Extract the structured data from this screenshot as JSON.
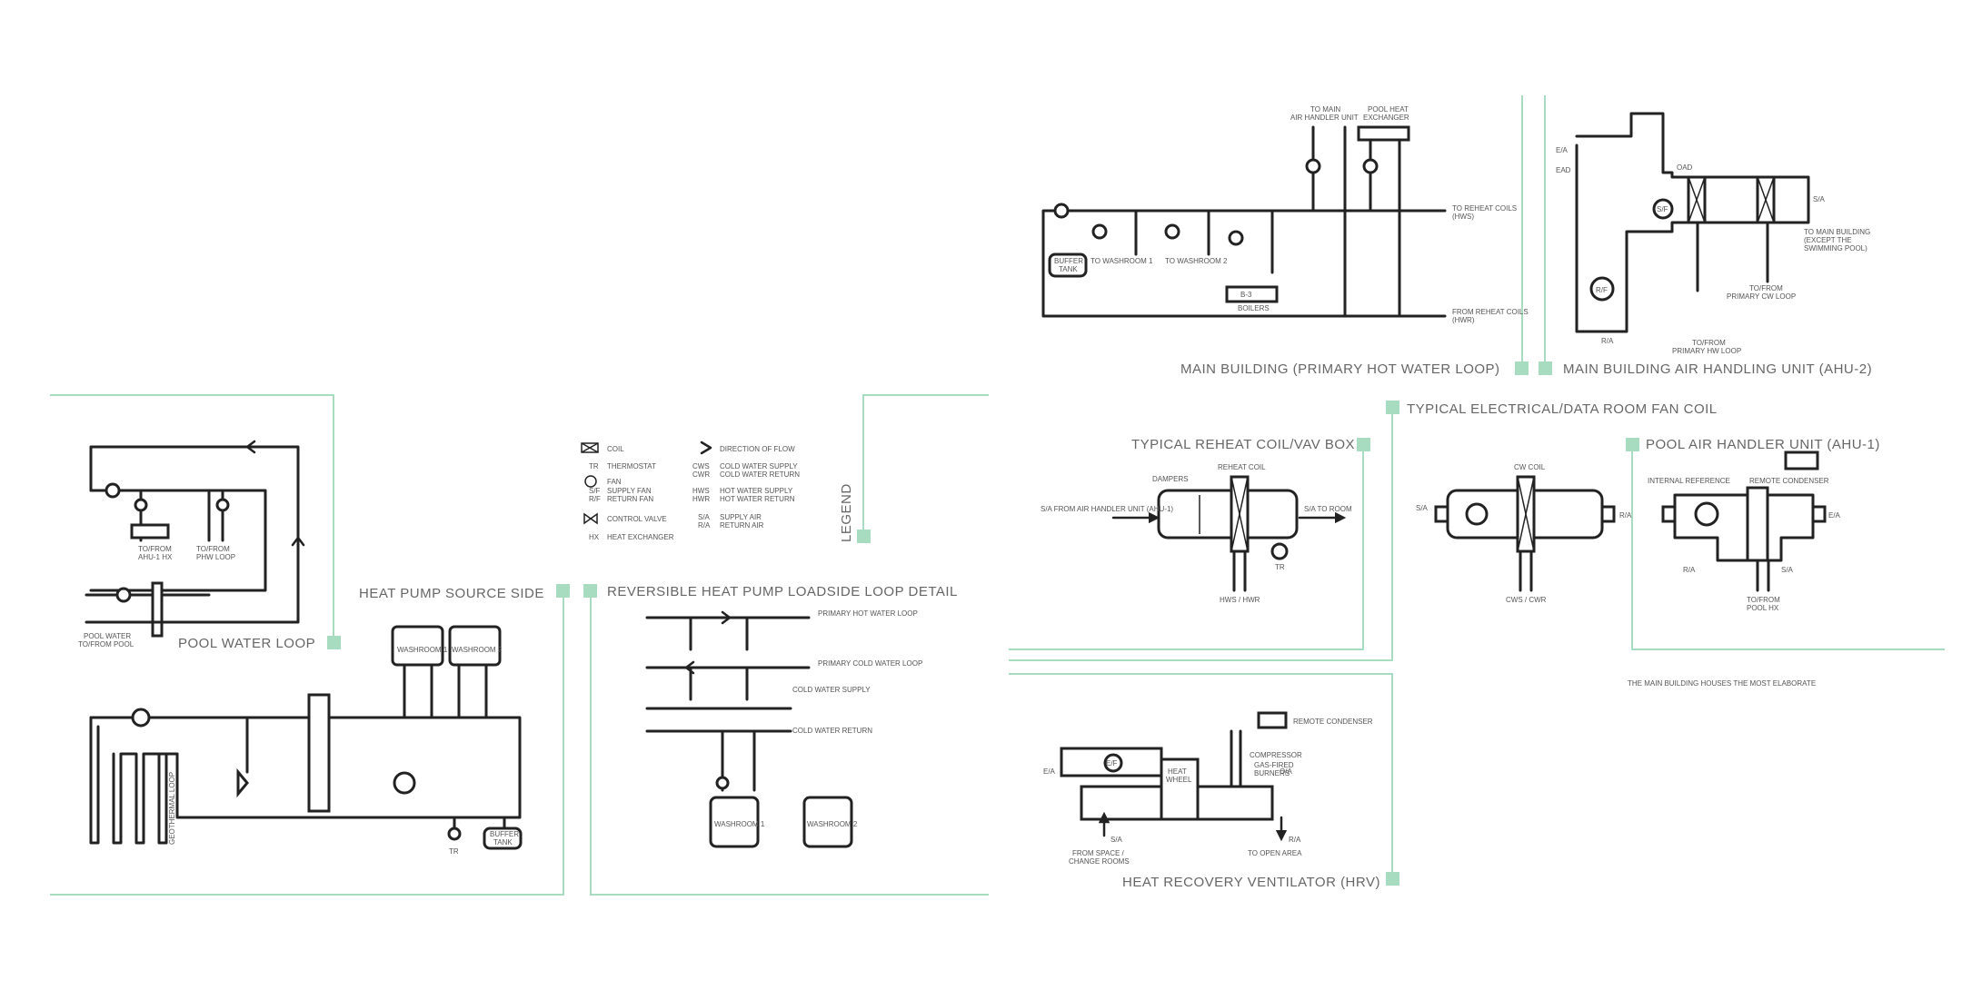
{
  "colors": {
    "accent": "#a8dcc0",
    "ink": "#222222",
    "text": "#555555"
  },
  "titles": {
    "pool_water_loop": "POOL WATER LOOP",
    "heat_pump_source_side": "HEAT PUMP SOURCE SIDE",
    "reversible_loop": "REVERSIBLE HEAT PUMP LOADSIDE LOOP DETAIL",
    "legend": "LEGEND",
    "main_building_loop": "MAIN BUILDING (PRIMARY HOT WATER LOOP)",
    "ahu2": "MAIN BUILDING AIR HANDLING UNIT (AHU-2)",
    "typical_electrical": "TYPICAL ELECTRICAL/DATA ROOM FAN COIL",
    "reheat_coil": "TYPICAL REHEAT COIL/VAV BOX",
    "ahu1": "POOL AIR HANDLER UNIT (AHU-1)",
    "hrv": "HEAT RECOVERY VENTILATOR (HRV)"
  },
  "pool": {
    "to_from_ahu1": [
      "TO/FROM",
      "AHU-1 HX"
    ],
    "to_from_phw": [
      "TO/FROM",
      "PHW LOOP"
    ],
    "pool_water": [
      "POOL WATER",
      "TO/FROM POOL"
    ]
  },
  "heat_pump": {
    "washroom1": "WASHROOM 1",
    "washroom2": "WASHROOM 2",
    "geothermal": "GEOTHERMAL LOOP",
    "tr": "TR",
    "buffer_tank": [
      "BUFFER",
      "TANK"
    ]
  },
  "reversible": {
    "primary_hot": "PRIMARY HOT WATER LOOP",
    "primary_cold": "PRIMARY COLD WATER LOOP",
    "cold_supply": "COLD WATER SUPPLY",
    "cold_return": "COLD WATER RETURN",
    "washroom1": "WASHROOM 1",
    "washroom2": "WASHROOM 2"
  },
  "legend": {
    "items_left": [
      {
        "code": "",
        "text": "COIL"
      },
      {
        "code": "TR",
        "text": "THERMOSTAT"
      },
      {
        "code": "",
        "text": "FAN"
      },
      {
        "code": "S/F",
        "text": "SUPPLY FAN"
      },
      {
        "code": "R/F",
        "text": "RETURN FAN"
      },
      {
        "code": "",
        "text": "CONTROL VALVE"
      },
      {
        "code": "HX",
        "text": "HEAT EXCHANGER"
      }
    ],
    "items_right": [
      {
        "code": "",
        "text": "DIRECTION OF FLOW"
      },
      {
        "code": "CWS",
        "text": "COLD WATER SUPPLY"
      },
      {
        "code": "CWR",
        "text": "COLD WATER RETURN"
      },
      {
        "code": "HWS",
        "text": "HOT WATER SUPPLY"
      },
      {
        "code": "HWR",
        "text": "HOT WATER RETURN"
      },
      {
        "code": "S/A",
        "text": "SUPPLY AIR"
      },
      {
        "code": "R/A",
        "text": "RETURN AIR"
      }
    ]
  },
  "main_loop": {
    "to_main_ahu": [
      "TO MAIN",
      "AIR HANDLER UNIT"
    ],
    "pool_hx": [
      "POOL HEAT",
      "EXCHANGER"
    ],
    "to_reheat": [
      "TO REHEAT COILS",
      "(HWS)"
    ],
    "from_reheat": [
      "FROM REHEAT COILS",
      "(HWR)"
    ],
    "buffer_tank": [
      "BUFFER",
      "TANK"
    ],
    "to_washroom1": "TO WASHROOM 1",
    "to_washroom2": "TO WASHROOM 2",
    "b3": "B-3",
    "boilers": "BOILERS"
  },
  "ahu2_labels": {
    "ea": "E/A",
    "ead": "EAD",
    "oad": "OAD",
    "sf": "S/F",
    "rf": "R/F",
    "sa": "S/A",
    "ra": "R/A",
    "to_main": [
      "TO MAIN BUILDING",
      "(EXCEPT THE",
      "SWIMMING POOL)"
    ],
    "cw_loop": [
      "TO/FROM",
      "PRIMARY CW LOOP"
    ],
    "hw_loop": [
      "TO/FROM",
      "PRIMARY HW LOOP"
    ]
  },
  "reheat_labels": {
    "dampers": "DAMPERS",
    "reheat_coil": "REHEAT COIL",
    "sa_from": "S/A FROM AIR HANDLER UNIT (AHU-1)",
    "sa_to": "S/A TO ROOM",
    "tr": "TR",
    "hws_hwr": "HWS / HWR"
  },
  "fancoil_labels": {
    "cw_coil": "CW COIL",
    "sa": "S/A",
    "ra": "R/A",
    "cws_cwr": "CWS / CWR"
  },
  "ahu1_labels": {
    "internal": "INTERNAL REFERENCE",
    "remote": "REMOTE CONDENSER",
    "ea": "E/A",
    "sa": "S/A",
    "ra": "R/A",
    "pool_hx": [
      "TO/FROM",
      "POOL HX"
    ]
  },
  "note": "THE MAIN BUILDING HOUSES THE MOST ELABORATE",
  "hrv_labels": {
    "ef": "E/F",
    "heat_wheel": [
      "HEAT",
      "WHEEL"
    ],
    "remote_condenser": "REMOTE CONDENSER",
    "compressor": "COMPRESSOR",
    "gas_fired": [
      "GAS-FIRED",
      "BURNERS"
    ],
    "ea": "E/A",
    "oa": "O/A",
    "sa": "S/A",
    "ra": "R/A",
    "from_space": [
      "FROM SPACE /",
      "CHANGE ROOMS"
    ],
    "to_open": "TO OPEN AREA"
  }
}
